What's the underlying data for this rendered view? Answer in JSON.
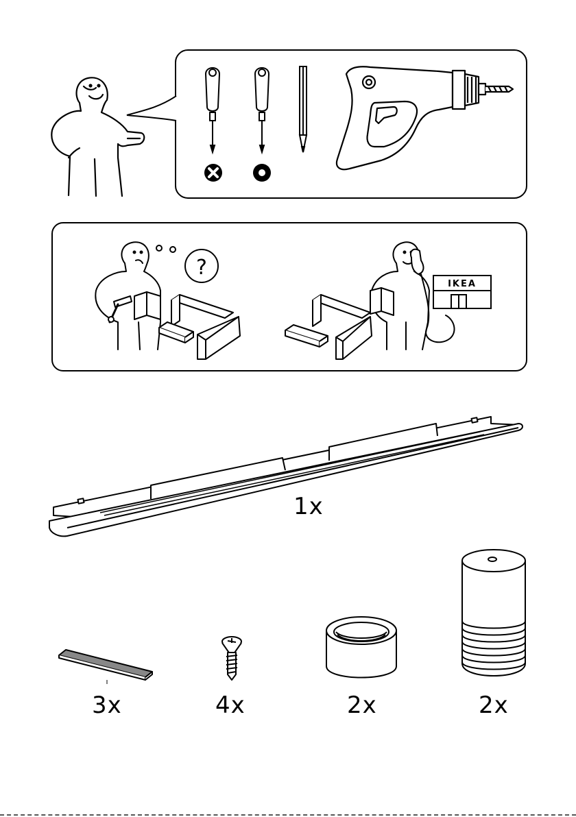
{
  "tools_panel": {
    "tools": [
      "phillips-screwdriver",
      "flathead-screwdriver",
      "pencil",
      "power-drill"
    ],
    "screw_head_icons": [
      "cross-slot-icon",
      "round-slot-icon"
    ]
  },
  "help_panel": {
    "question_mark": "?",
    "store_sign": "IKEA"
  },
  "parts": [
    {
      "id": "rail",
      "quantity": "1x"
    },
    {
      "id": "adhesive-strip",
      "quantity": "3x"
    },
    {
      "id": "screw",
      "quantity": "4x"
    },
    {
      "id": "ring-nut",
      "quantity": "2x"
    },
    {
      "id": "threaded-foot",
      "quantity": "2x"
    }
  ]
}
